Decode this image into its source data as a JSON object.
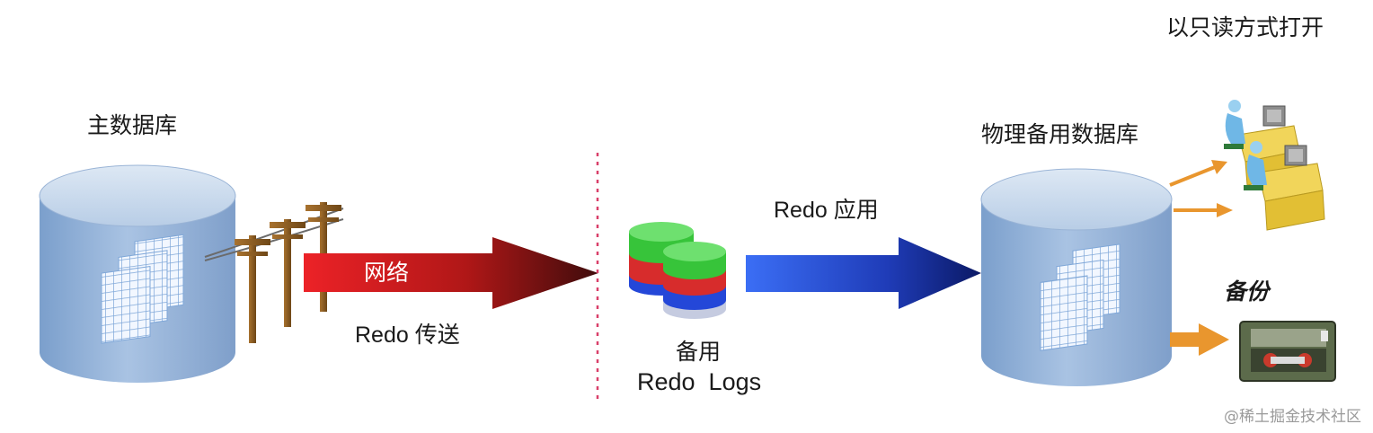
{
  "labels": {
    "open_readonly": "以只读方式打开",
    "primary_db": "主数据库",
    "standby_db": "物理备用数据库",
    "network": "网络",
    "redo_transport": "Redo 传送",
    "redo_apply": "Redo 应用",
    "standby_logs_line1": "备用",
    "standby_logs_line2": "Redo  Logs",
    "backup": "备份",
    "watermark": "@稀土掘金技术社区"
  },
  "colors": {
    "cylinder_top": "#c7d8ec",
    "cylinder_body": "#8fb0d6",
    "transport_arrow_start": "#e8222a",
    "transport_arrow_end": "#4a0f0f",
    "apply_arrow_start": "#3a6cf2",
    "apply_arrow_end": "#0c1a6b",
    "orange_arrow": "#e9962e",
    "divider": "#d9406a",
    "log_green": "#37c43a",
    "log_red": "#d72c2c",
    "log_blue": "#2447d8"
  },
  "icons": [
    "primary-database-cylinder",
    "utility-poles",
    "standby-database-cylinder",
    "redo-log-stacks",
    "workstation-users-icon",
    "tape-drive-icon"
  ]
}
